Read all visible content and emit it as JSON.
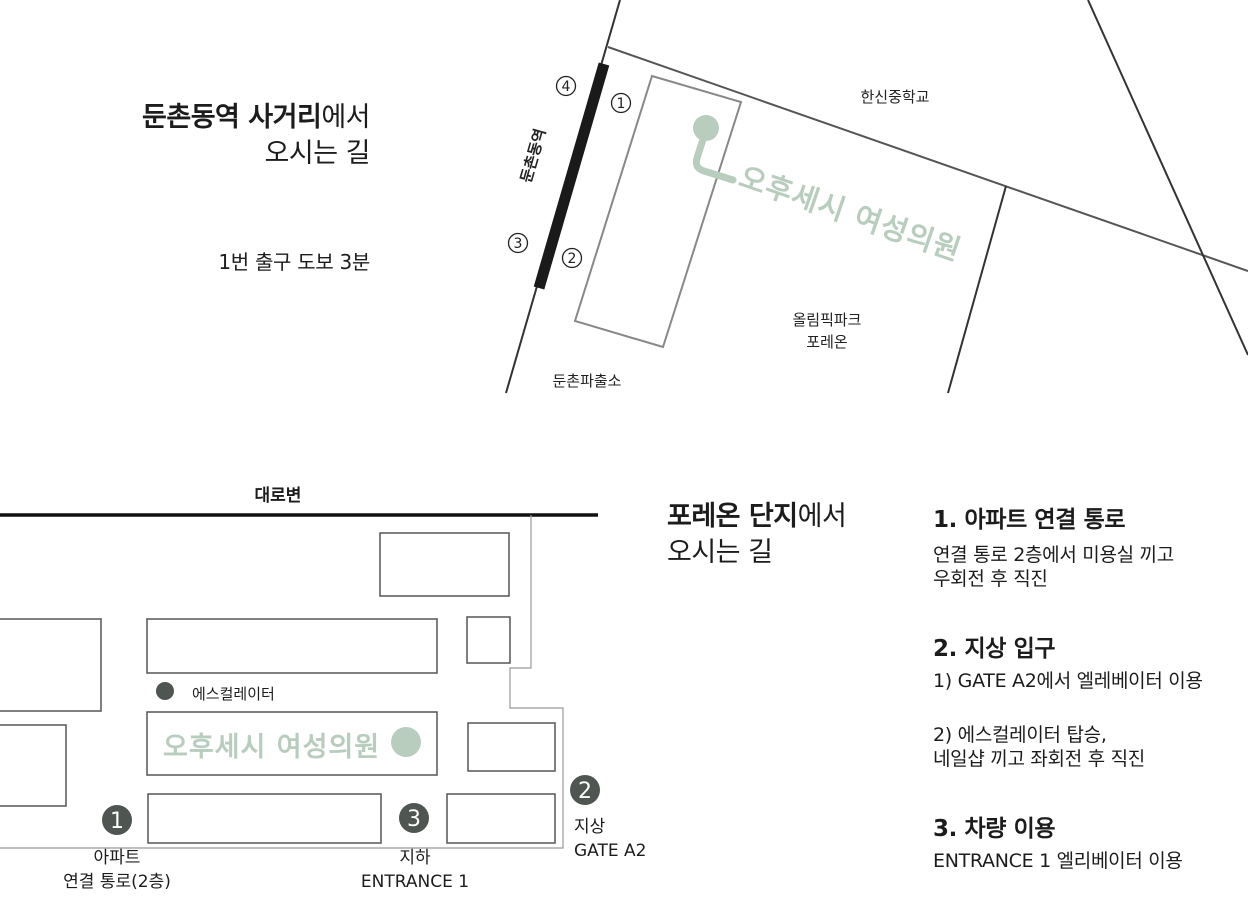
{
  "colors": {
    "ink": "#1c1c1c",
    "line": "#444444",
    "clinic_green": "#b9cdbf",
    "marker_dark": "#4f5551",
    "box_stroke": "#555555"
  },
  "top_map": {
    "heading": {
      "bold": "둔촌동역 사거리",
      "regular": "에서",
      "line2": "오시는 길"
    },
    "walk_note": "1번 출구 도보 3분",
    "station_label": "둔촌동역",
    "exits": [
      "④",
      "①",
      "③",
      "②"
    ],
    "clinic_name": "오후세시 여성의원",
    "landmarks": {
      "school": "한신중학교",
      "apartment_line1": "올림픽파크",
      "apartment_line2": "포레온",
      "police": "둔촌파출소"
    }
  },
  "bottom_map": {
    "road_label": "대로변",
    "escalator_label": "에스컬레이터",
    "clinic_name": "오후세시 여성의원",
    "markers": [
      {
        "num": "1",
        "line1": "아파트",
        "line2": "연결 통로(2층)"
      },
      {
        "num": "2",
        "line1": "지상",
        "line2": "GATE A2"
      },
      {
        "num": "3",
        "line1": "지하",
        "line2": "ENTRANCE 1"
      }
    ]
  },
  "bottom_heading": {
    "bold": "포레온 단지",
    "regular": "에서",
    "line2": "오시는 길"
  },
  "routes": [
    {
      "title": "1. 아파트 연결 통로",
      "lines": [
        "연결 통로 2층에서 미용실 끼고",
        "우회전 후 직진"
      ]
    },
    {
      "title": "2. 지상 입구",
      "lines": [
        "1) GATE A2에서 엘레베이터 이용",
        "",
        "2) 에스컬레이터 탑승,",
        "네일샵 끼고 좌회전 후 직진"
      ]
    },
    {
      "title": "3. 차량 이용",
      "lines": [
        "ENTRANCE 1 엘리베이터 이용"
      ]
    }
  ]
}
